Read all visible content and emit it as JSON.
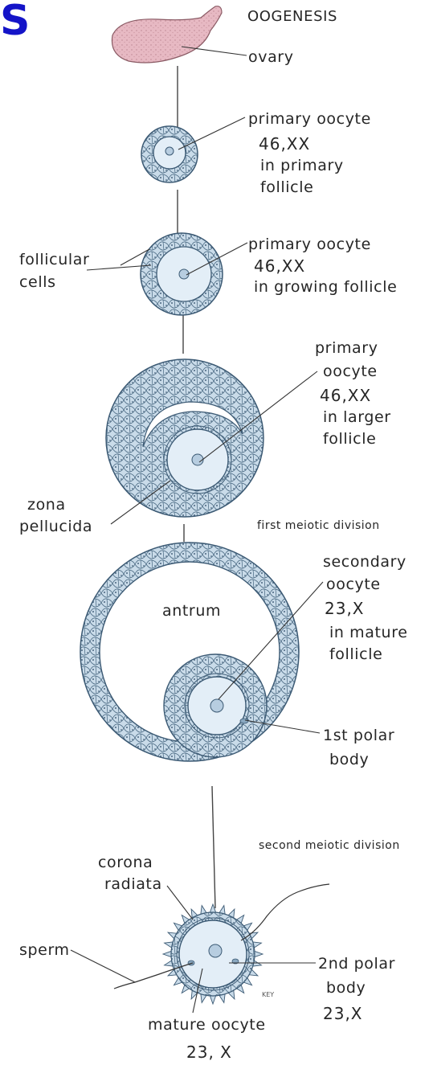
{
  "corner_letter": "S",
  "title": "OOGENESIS",
  "labels": {
    "ovary": "ovary",
    "stage1_name_1": "primary oocyte",
    "stage1_karyotype": "46,XX",
    "stage1_desc_1": "in primary",
    "stage1_desc_2": "follicle",
    "follicular_1": "follicular",
    "follicular_2": "cells",
    "stage2_name_1": "primary oocyte",
    "stage2_karyotype": "46,XX",
    "stage2_desc_1": "in growing follicle",
    "stage3_name_1": "primary",
    "stage3_name_2": "oocyte",
    "stage3_karyotype": "46,XX",
    "stage3_desc_1": "in larger",
    "stage3_desc_2": "follicle",
    "zona_1": "zona",
    "zona_2": "pellucida",
    "first_division": "first meiotic division",
    "stage4_name_1": "secondary",
    "stage4_name_2": "oocyte",
    "stage4_karyotype": "23,X",
    "stage4_desc_1": "in mature",
    "stage4_desc_2": "follicle",
    "antrum": "antrum",
    "polar1_1": "1st polar",
    "polar1_2": "body",
    "second_division": "second meiotic division",
    "corona_1": "corona",
    "corona_2": "radiata",
    "sperm": "sperm",
    "polar2_1": "2nd polar",
    "polar2_2": "body",
    "polar2_karyotype": "23,X",
    "mature_1": "mature oocyte",
    "mature_karyotype": "23, X",
    "signature": "KEY"
  },
  "colors": {
    "ovary_fill": "#e7b9c3",
    "ovary_stroke": "#8a5a64",
    "cell_fill": "#c9dbe9",
    "cell_stroke": "#3c5a74",
    "oocyte_fill": "#e3eef7",
    "leader": "#333333",
    "title_letter": "#1414c8"
  }
}
